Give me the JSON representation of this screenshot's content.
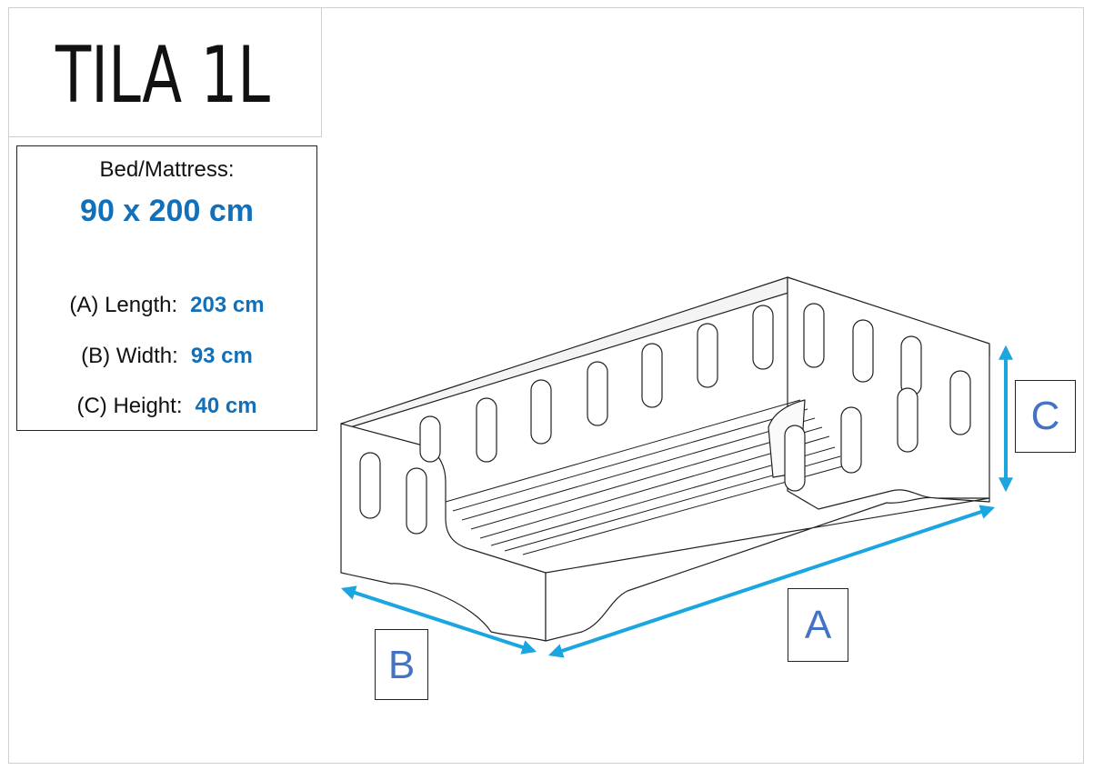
{
  "title": "TILA 1L",
  "spec": {
    "heading": "Bed/Mattress:",
    "size": "90 x 200 cm",
    "dimensions": [
      {
        "label": "(A) Length:",
        "value": "203 cm"
      },
      {
        "label": "(B) Width:",
        "value": "93 cm"
      },
      {
        "label": "(C) Height:",
        "value": "40 cm"
      }
    ]
  },
  "diagram": {
    "labels": {
      "a": "A",
      "b": "B",
      "c": "C"
    },
    "arrow_color": "#1ba6e0",
    "label_color": "#4472c4",
    "value_color": "#1170b9"
  }
}
